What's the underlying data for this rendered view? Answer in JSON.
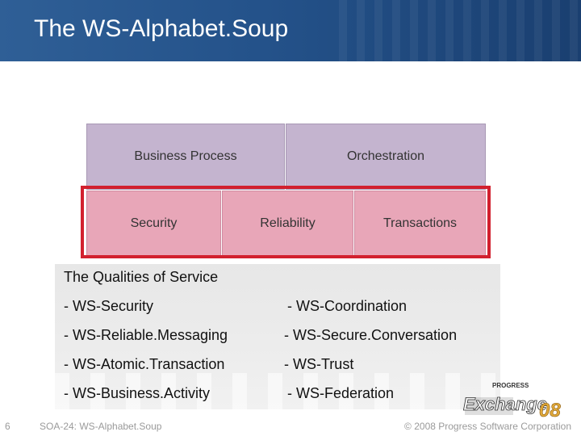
{
  "slide": {
    "title": "The WS-Alphabet.Soup",
    "page_number": "6",
    "footer_left": "SOA-24: WS-Alphabet.Soup",
    "footer_right": "© 2008 Progress Software Corporation"
  },
  "diagram": {
    "top_row": [
      "Business Process",
      "Orchestration"
    ],
    "highlight_row": [
      "Security",
      "Reliability",
      "Transactions"
    ]
  },
  "qos": {
    "heading": "The Qualities of Service",
    "left_items": [
      "- WS-Security",
      "- WS-Reliable.Messaging",
      "- WS-Atomic.Transaction",
      "- WS-Business.Activity"
    ],
    "right_items": [
      "-  WS-Coordination",
      "-  WS-Secure.Conversation",
      "-  WS-Trust",
      "-  WS-Federation"
    ]
  },
  "logo": {
    "brand": "PROGRESS",
    "event": "Exchange",
    "year": "08"
  },
  "colors": {
    "title_bar": "#24528a",
    "purple_box": "#c4b4cf",
    "pink_box": "#e8a6b8",
    "highlight_frame": "#d2202e",
    "logo_accent": "#e0a93a"
  }
}
